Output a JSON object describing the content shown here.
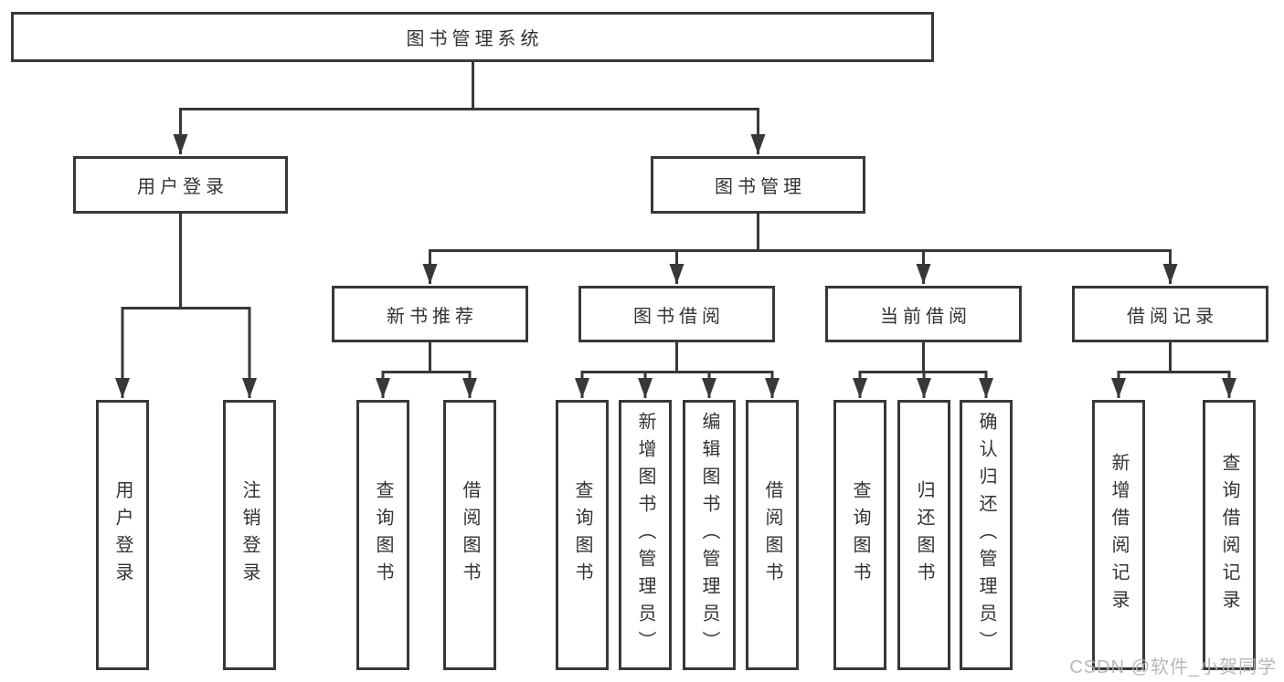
{
  "diagram": {
    "title": "图书管理系统",
    "branches": [
      {
        "label": "用户登录",
        "children": [
          {
            "label": "用户登录"
          },
          {
            "label": "注销登录"
          }
        ]
      },
      {
        "label": "图书管理",
        "children": [
          {
            "label": "新书推荐",
            "children": [
              {
                "label": "查询图书"
              },
              {
                "label": "借阅图书"
              }
            ]
          },
          {
            "label": "图书借阅",
            "children": [
              {
                "label": "查询图书"
              },
              {
                "label": "新增图书（管理员）"
              },
              {
                "label": "编辑图书（管理员）"
              },
              {
                "label": "借阅图书"
              }
            ]
          },
          {
            "label": "当前借阅",
            "children": [
              {
                "label": "查询图书"
              },
              {
                "label": "归还图书"
              },
              {
                "label": "确认归还（管理员）"
              }
            ]
          },
          {
            "label": "借阅记录",
            "children": [
              {
                "label": "新增借阅记录"
              },
              {
                "label": "查询借阅记录"
              }
            ]
          }
        ]
      }
    ]
  },
  "watermark": {
    "text": "CSDN @软件_小贺同学"
  },
  "colors": {
    "line": "#383838",
    "box_border": "#383838",
    "box_background": "#ffffff",
    "text": "#333333",
    "watermark": "#b2b2b2",
    "page_background": "#ffffff"
  }
}
